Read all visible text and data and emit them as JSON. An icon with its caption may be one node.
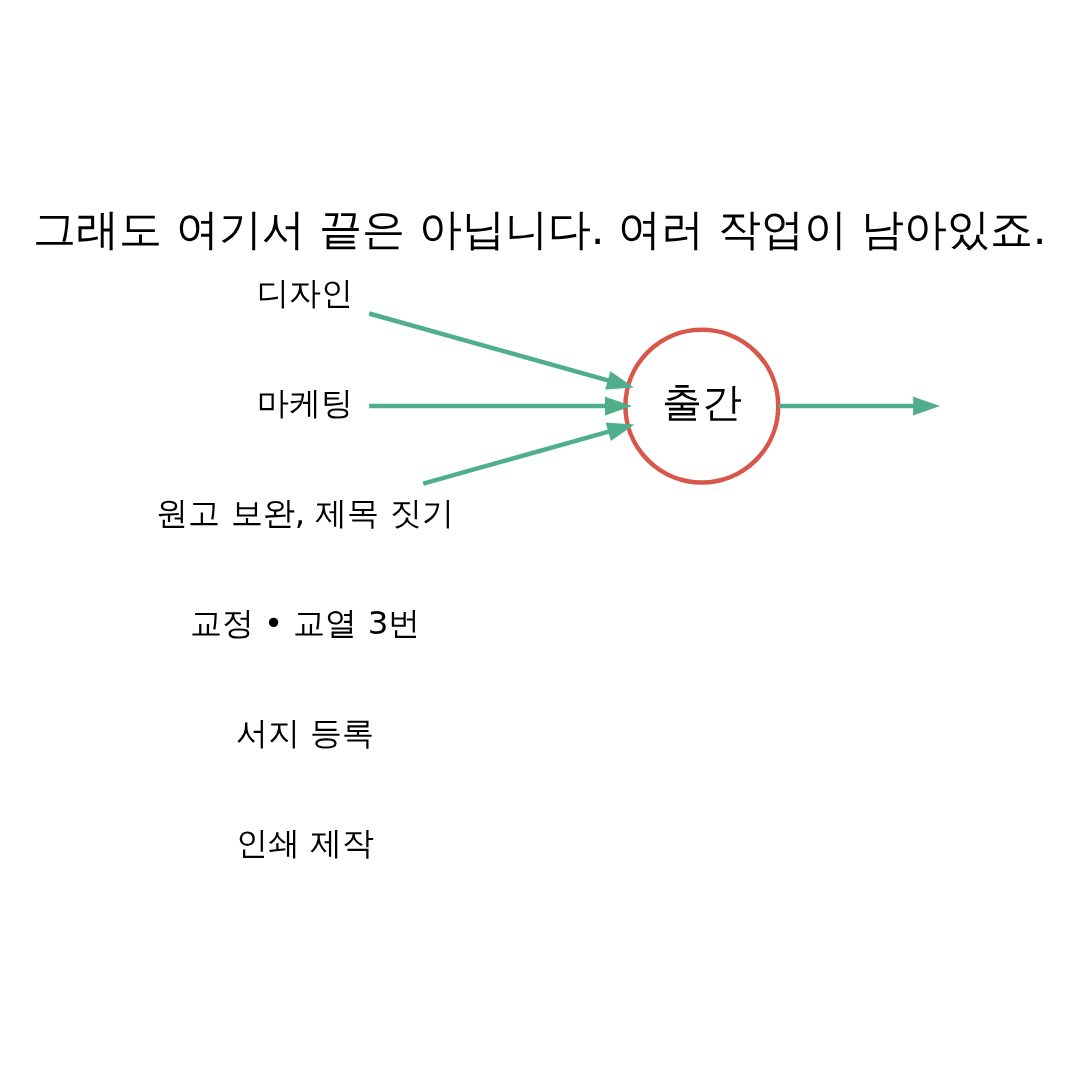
{
  "diagram": {
    "title": "그래도 여기서 끝은 아닙니다. 여러 작업이 남아있죠.",
    "nodes": [
      {
        "text": [
          "디자인"
        ]
      },
      {
        "text": [
          "마케팅"
        ]
      },
      {
        "text": [
          "원고 보완, 제목 짓기"
        ]
      },
      {
        "text": [
          "교정 • 교열 3번"
        ]
      },
      {
        "text": [
          "서지 등록"
        ]
      },
      {
        "text": [
          "인쇄 제작"
        ]
      },
      {
        "text": [
          "출간"
        ]
      }
    ],
    "edges": [
      {
        "from": 0,
        "to": 6,
        "arrow": "to"
      },
      {
        "from": 1,
        "to": 6,
        "arrow": "to"
      },
      {
        "from": 2,
        "to": 6,
        "arrow": "to"
      },
      {
        "from": 6,
        "to": null,
        "arrow": "to"
      }
    ]
  }
}
